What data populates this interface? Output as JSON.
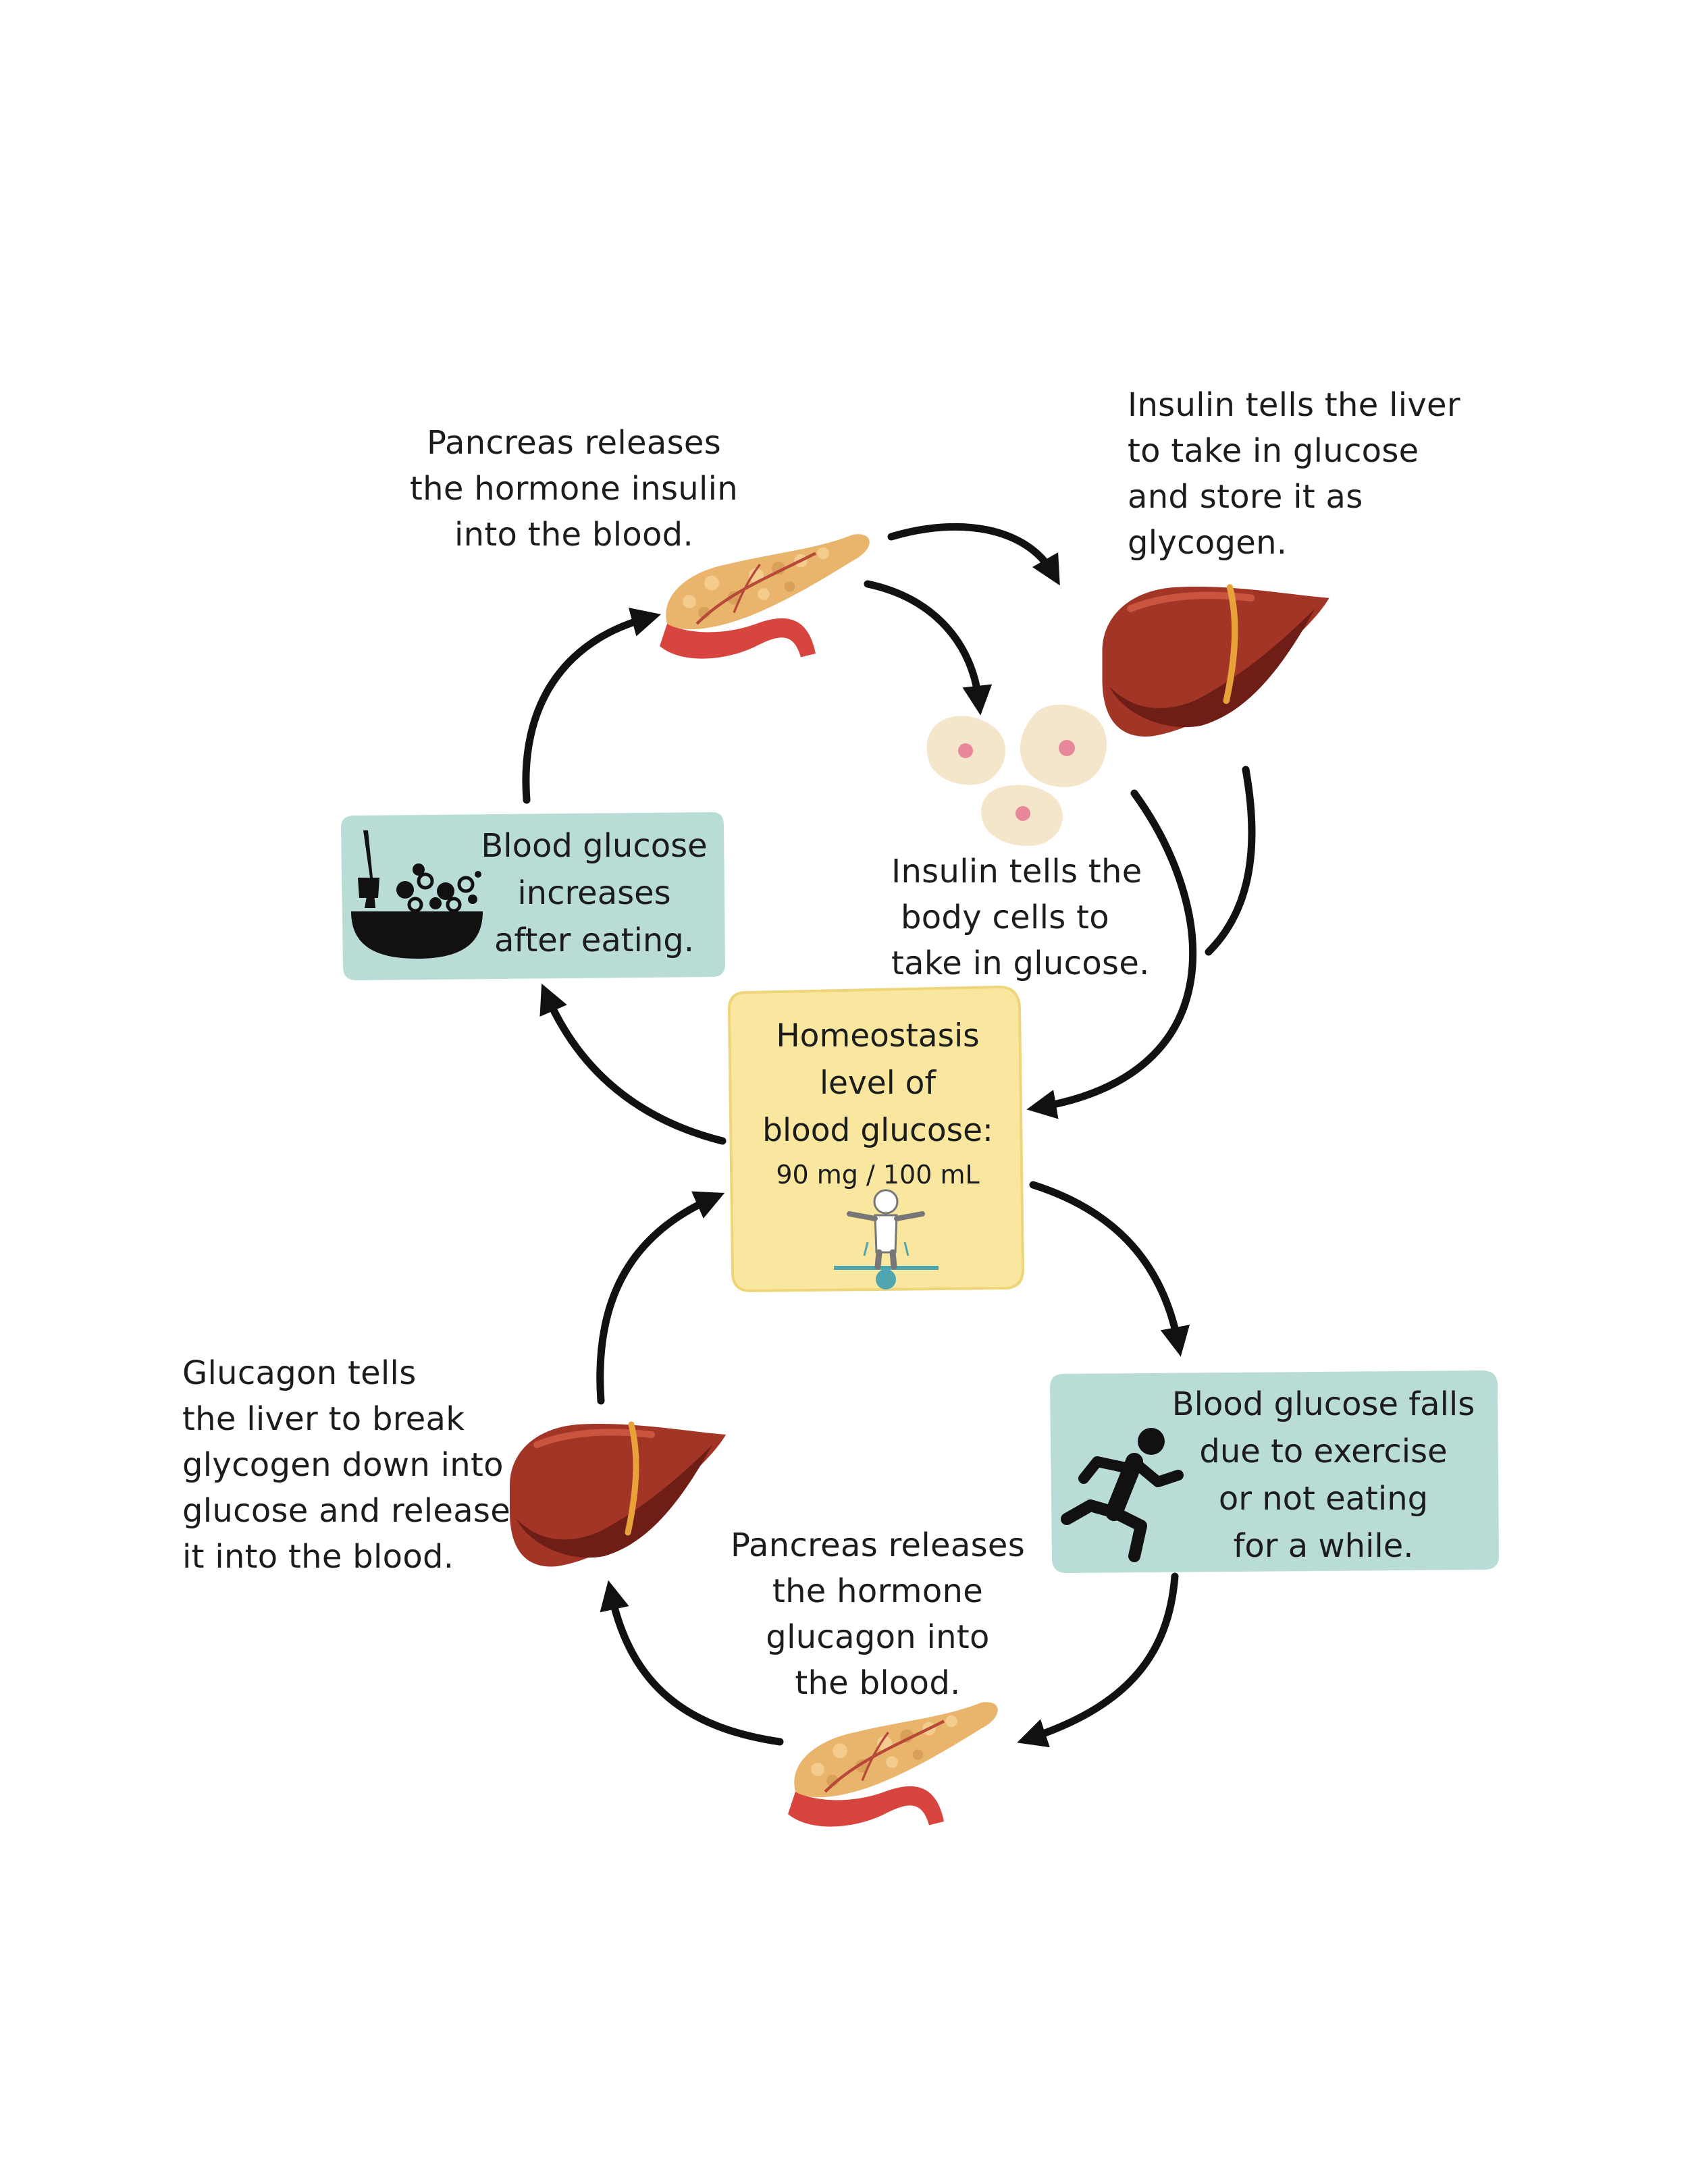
{
  "center": {
    "lines": [
      "Homeostasis",
      "level of",
      "blood glucose:"
    ],
    "value": "90 mg / 100 mL"
  },
  "boxes": {
    "eating": {
      "lines": [
        "Blood glucose",
        "increases",
        "after eating."
      ]
    },
    "exercise": {
      "lines": [
        "Blood glucose falls",
        "due to exercise",
        "or not eating",
        "for a while."
      ]
    }
  },
  "labels": {
    "pancreas_insulin": [
      "Pancreas releases",
      "the hormone insulin",
      "into the blood."
    ],
    "insulin_liver": [
      "Insulin tells the liver",
      "to take in glucose",
      "and store it as",
      "glycogen."
    ],
    "insulin_cells": [
      "Insulin tells the",
      "body cells to",
      "take in glucose."
    ],
    "glucagon_liver": [
      "Glucagon tells",
      "the liver to break",
      "glycogen down into",
      "glucose and release",
      "it into the blood."
    ],
    "pancreas_glucagon": [
      "Pancreas releases",
      "the hormone",
      "glucagon into",
      "the blood."
    ]
  },
  "icons": {
    "pancreas": "pancreas-icon",
    "liver": "liver-icon",
    "body_cells": "body-cell-icon",
    "food_bowl": "food-bowl-icon",
    "runner": "running-person-icon",
    "balance": "balance-person-icon"
  },
  "colors": {
    "center_fill": "#f9e79f",
    "box_fill": "#b9dcd6",
    "liver": "#a33526",
    "pancreas": "#e9b46c",
    "cell": "#f4e6ca",
    "arrow": "#111111"
  }
}
